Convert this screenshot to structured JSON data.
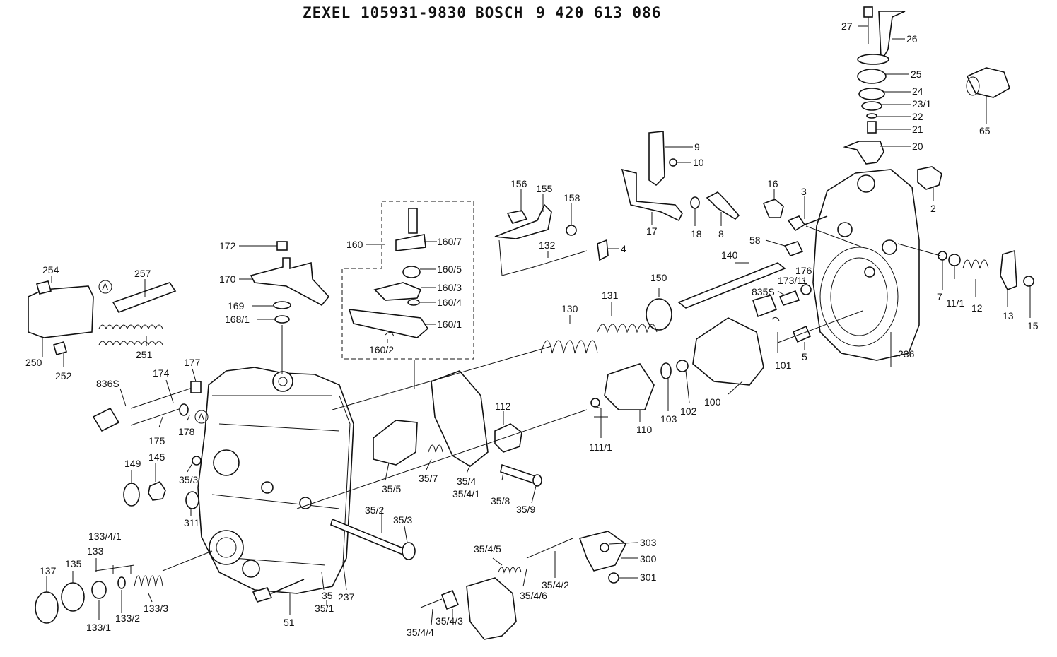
{
  "header": {
    "brand1": "ZEXEL",
    "number1": "105931-9830",
    "brand2": "BOSCH",
    "number2": "9 420 613 086"
  },
  "labels": {
    "l27": "27",
    "l26": "26",
    "l25": "25",
    "l24": "24",
    "l23_1": "23/1",
    "l22": "22",
    "l21": "21",
    "l20": "20",
    "l65": "65",
    "l9": "9",
    "l10": "10",
    "l16": "16",
    "l3": "3",
    "l2": "2",
    "l17": "17",
    "l18": "18",
    "l8": "8",
    "l58": "58",
    "l156": "156",
    "l155": "155",
    "l158": "158",
    "l132": "132",
    "l4": "4",
    "l160": "160",
    "l160_7": "160/7",
    "l160_5": "160/5",
    "l160_3": "160/3",
    "l160_4": "160/4",
    "l160_1": "160/1",
    "l160_2": "160/2",
    "l172": "172",
    "l170": "170",
    "l169": "169",
    "l168_1": "168/1",
    "l254": "254",
    "l257": "257",
    "lA1": "A",
    "l250": "250",
    "l252": "252",
    "l251": "251",
    "l140": "140",
    "l150": "150",
    "l131": "131",
    "l130": "130",
    "l176": "176",
    "l173_11": "173/11",
    "l835s": "835S",
    "l101": "101",
    "l5": "5",
    "l236": "236",
    "l7": "7",
    "l11_1": "11/1",
    "l12": "12",
    "l13": "13",
    "l15": "15",
    "l100": "100",
    "l102": "102",
    "l103": "103",
    "l110": "110",
    "l111_1": "111/1",
    "l112": "112",
    "l836s": "836S",
    "l174": "174",
    "l177": "177",
    "l175": "175",
    "l178": "178",
    "lA2": "A",
    "l149": "149",
    "l145": "145",
    "l35_3a": "35/3",
    "l311": "311",
    "l35_5": "35/5",
    "l35_7": "35/7",
    "l35_4": "35/4",
    "l35_4_1": "35/4/1",
    "l35_8": "35/8",
    "l35_9": "35/9",
    "l35_2": "35/2",
    "l35_3b": "35/3",
    "l133_4_1": "133/4/1",
    "l133": "133",
    "l137": "137",
    "l135": "135",
    "l133_3": "133/3",
    "l133_2": "133/2",
    "l133_1": "133/1",
    "l35": "35",
    "l35_1": "35/1",
    "l237": "237",
    "l51": "51",
    "l35_4_5": "35/4/5",
    "l35_4_2": "35/4/2",
    "l35_4_6": "35/4/6",
    "l35_4_3": "35/4/3",
    "l35_4_4": "35/4/4",
    "l303": "303",
    "l300": "300",
    "l301": "301"
  }
}
